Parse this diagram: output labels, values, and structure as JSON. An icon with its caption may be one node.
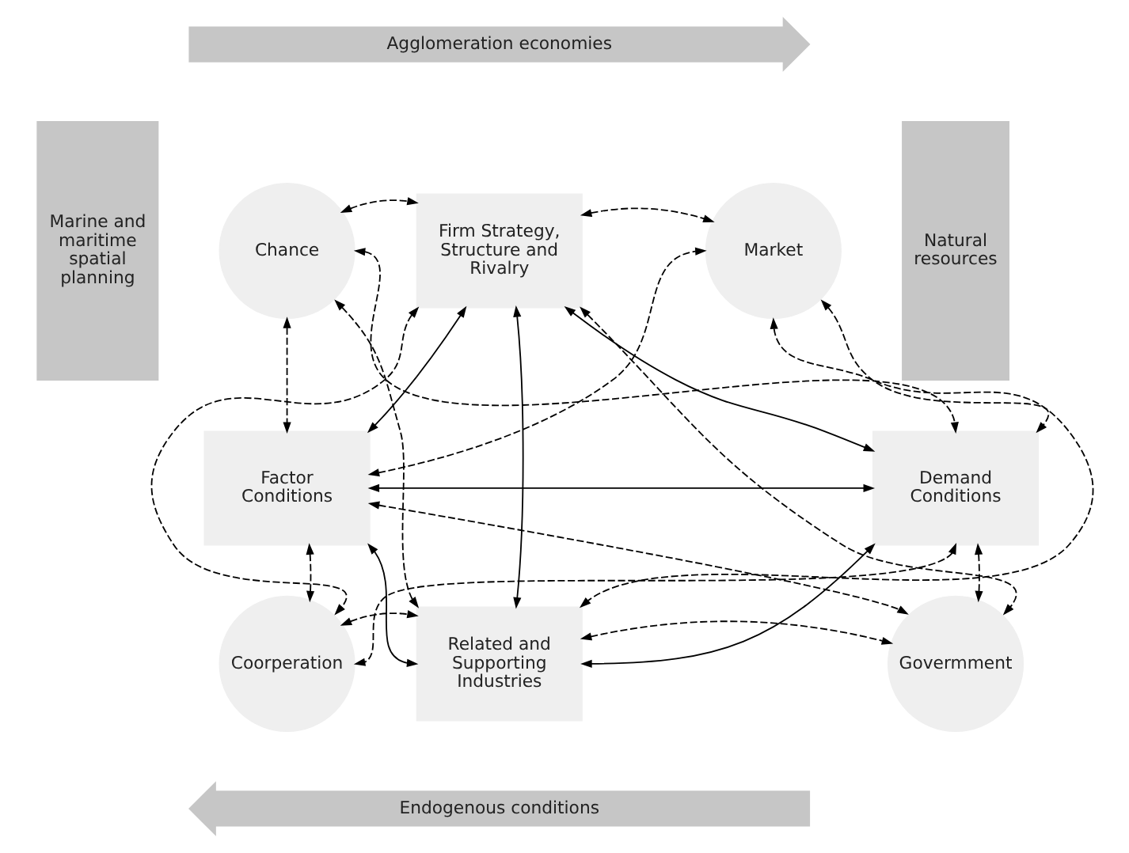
{
  "diagram": {
    "nodes": [
      {
        "text": [
          "Chance"
        ]
      },
      {
        "text": [
          "Firm Strategy, Structure and Rivalry"
        ]
      },
      {
        "text": [
          "Market"
        ]
      },
      {
        "text": [
          "Factor Conditions"
        ]
      },
      {
        "text": [
          "Demand Conditions"
        ]
      },
      {
        "text": [
          "Coorperation"
        ]
      },
      {
        "text": [
          "Related and Supporting Industries"
        ]
      },
      {
        "text": [
          "Govermment"
        ]
      },
      {
        "text": [
          "Agglomeration economies"
        ]
      },
      {
        "text": [
          "Natural resources"
        ]
      },
      {
        "text": [
          "Endogenous conditions"
        ]
      },
      {
        "text": [
          "Marine and maritime spatial planning"
        ]
      }
    ],
    "edges": [
      {
        "from": 0,
        "to": 1,
        "arrow": "both",
        "style": "dashed"
      },
      {
        "from": 1,
        "to": 2,
        "arrow": "both",
        "style": "dashed"
      },
      {
        "from": 0,
        "to": 3,
        "arrow": "both",
        "style": "dashed"
      },
      {
        "from": 2,
        "to": 4,
        "arrow": "both",
        "style": "dashed"
      },
      {
        "from": 3,
        "to": 5,
        "arrow": "both",
        "style": "dashed"
      },
      {
        "from": 4,
        "to": 7,
        "arrow": "both",
        "style": "dashed"
      },
      {
        "from": 5,
        "to": 6,
        "arrow": "both",
        "style": "dashed"
      },
      {
        "from": 6,
        "to": 7,
        "arrow": "both",
        "style": "dashed"
      },
      {
        "from": 0,
        "to": 4,
        "arrow": "both",
        "style": "dashed"
      },
      {
        "from": 0,
        "to": 6,
        "arrow": "both",
        "style": "dashed"
      },
      {
        "from": 3,
        "to": 2,
        "arrow": "both",
        "style": "dashed"
      },
      {
        "from": 3,
        "to": 7,
        "arrow": "both",
        "style": "dashed"
      },
      {
        "from": 1,
        "to": 5,
        "arrow": "both",
        "style": "dashed"
      },
      {
        "from": 1,
        "to": 7,
        "arrow": "both",
        "style": "dashed"
      },
      {
        "from": 2,
        "to": 6,
        "arrow": "both",
        "style": "dashed"
      },
      {
        "from": 4,
        "to": 5,
        "arrow": "both",
        "style": "dashed"
      },
      {
        "from": 3,
        "to": 1,
        "arrow": "both"
      },
      {
        "from": 1,
        "to": 4,
        "arrow": "both"
      },
      {
        "from": 3,
        "to": 4,
        "arrow": "both"
      },
      {
        "from": 1,
        "to": 6,
        "arrow": "both"
      },
      {
        "from": 3,
        "to": 6,
        "arrow": "both"
      },
      {
        "from": 6,
        "to": 4,
        "arrow": "both"
      }
    ]
  }
}
